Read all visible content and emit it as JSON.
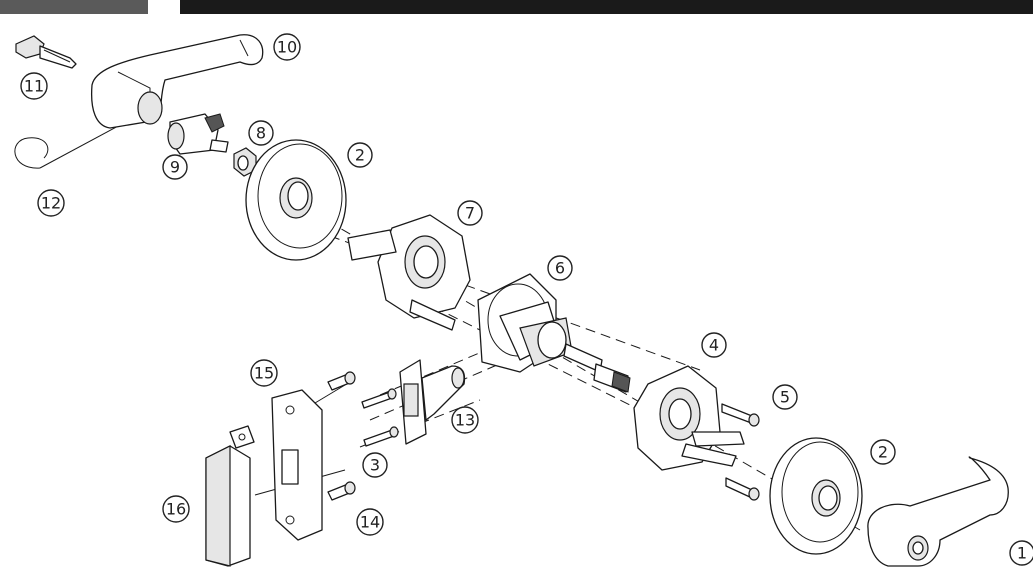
{
  "callouts": [
    {
      "id": "c1",
      "label": "1"
    },
    {
      "id": "c2a",
      "label": "2"
    },
    {
      "id": "c2b",
      "label": "2"
    },
    {
      "id": "c3",
      "label": "3"
    },
    {
      "id": "c4",
      "label": "4"
    },
    {
      "id": "c5",
      "label": "5"
    },
    {
      "id": "c6",
      "label": "6"
    },
    {
      "id": "c7",
      "label": "7"
    },
    {
      "id": "c8",
      "label": "8"
    },
    {
      "id": "c9",
      "label": "9"
    },
    {
      "id": "c10",
      "label": "10"
    },
    {
      "id": "c11",
      "label": "11"
    },
    {
      "id": "c12",
      "label": "12"
    },
    {
      "id": "c13",
      "label": "13"
    },
    {
      "id": "c14",
      "label": "14"
    },
    {
      "id": "c15",
      "label": "15"
    },
    {
      "id": "c16",
      "label": "16"
    }
  ]
}
